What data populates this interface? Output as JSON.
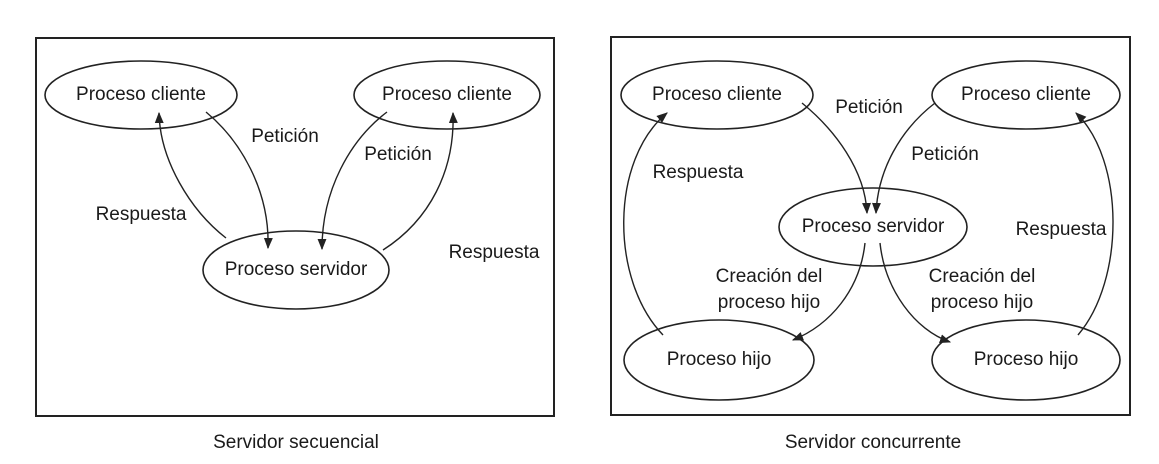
{
  "sequential": {
    "caption": "Servidor secuencial",
    "nodes": {
      "client_a": "Proceso cliente",
      "client_b": "Proceso cliente",
      "server": "Proceso servidor"
    },
    "edges": {
      "request_a": "Petición",
      "request_b": "Petición",
      "response_a": "Respuesta",
      "response_b": "Respuesta"
    }
  },
  "concurrent": {
    "caption": "Servidor concurrente",
    "nodes": {
      "client_a": "Proceso cliente",
      "client_b": "Proceso cliente",
      "server": "Proceso servidor",
      "child_a": "Proceso hijo",
      "child_b": "Proceso hijo"
    },
    "edges": {
      "request_a": "Petición",
      "request_b": "Petición",
      "response_a": "Respuesta",
      "response_b": "Respuesta",
      "create_a_line1": "Creación del",
      "create_a_line2": "proceso hijo",
      "create_b_line1": "Creación del",
      "create_b_line2": "proceso hijo"
    }
  }
}
